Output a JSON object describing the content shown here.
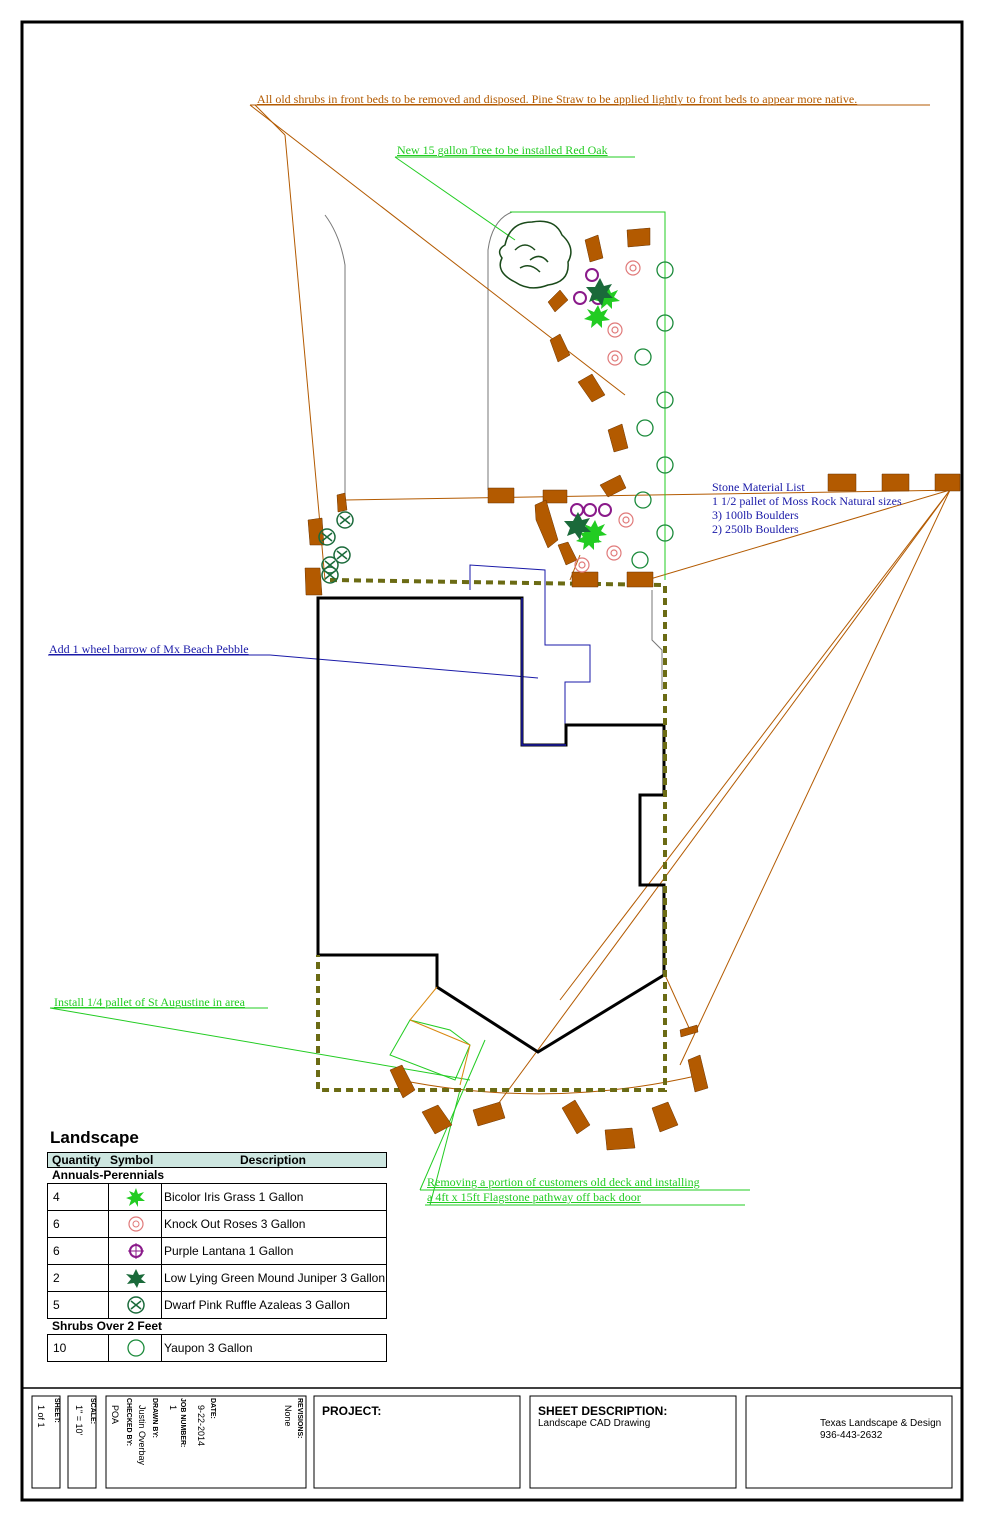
{
  "notes": {
    "shrubs_note": "All old shrubs in front beds to be removed and disposed. Pine Straw to be applied lightly to front beds to appear more native.",
    "tree_note": "New 15 gallon Tree to be installed Red Oak",
    "stone_title": "Stone Material List",
    "stone_1": "1 1/2 pallet of Moss Rock Natural sizes",
    "stone_2": "3) 100lb Boulders",
    "stone_3": "2) 250lb Boulders",
    "pebble_note": "Add 1 wheel barrow of Mx Beach Pebble",
    "grass_note": "Install 1/4 pallet of St Augustine in area",
    "deck_note_1": "Removing a portion of customers old deck and installing",
    "deck_note_2": "a 4ft x 15ft Flagstone pathway off back door"
  },
  "legend": {
    "title": "Landscape",
    "col_qty": "Quantity",
    "col_symbol": "Symbol",
    "col_desc": "Description",
    "group_1": "Annuals-Perennials",
    "group_2": "Shrubs Over 2 Feet",
    "rows": [
      {
        "qty": "4",
        "icon": "iris-grass-icon",
        "desc": "Bicolor Iris Grass 1 Gallon"
      },
      {
        "qty": "6",
        "icon": "rose-icon",
        "desc": "Knock Out Roses 3 Gallon"
      },
      {
        "qty": "6",
        "icon": "lantana-icon",
        "desc": "Purple Lantana 1 Gallon"
      },
      {
        "qty": "2",
        "icon": "juniper-icon",
        "desc": "Low Lying Green Mound Juniper 3 Gallon"
      },
      {
        "qty": "5",
        "icon": "azalea-icon",
        "desc": "Dwarf Pink Ruffle Azaleas 3 Gallon"
      }
    ],
    "shrub_row": {
      "qty": "10",
      "icon": "yaupon-icon",
      "desc": "Yaupon 3 Gallon"
    }
  },
  "title_block": {
    "sheet_label": "SHEET:",
    "sheet_value": "1 of 1",
    "scale_label": "SCALE:",
    "scale_value": "1\" = 10'",
    "checked_label": "CHECKED BY:",
    "checked_value": "POA",
    "drawn_label": "DRAWN BY:",
    "drawn_value": "Justin Overbay",
    "job_label": "JOB NUMBER:",
    "job_value": "1",
    "date_label": "DATE:",
    "date_value": "9-22-2014",
    "rev_label": "REVISIONS:",
    "rev_value": "None",
    "project_label": "PROJECT:",
    "sheet_desc_label": "SHEET DESCRIPTION:",
    "sheet_desc_value": "Landscape CAD Drawing",
    "company": "Texas Landscape & Design",
    "phone": "936-443-2632"
  },
  "colors": {
    "brown": "#b35a00",
    "green": "#22cc22",
    "blue": "#1a1aa8",
    "olive": "#6b6b14",
    "purple": "#8a1a8a",
    "pink": "#e07a7a",
    "dark_green": "#1a6a3a"
  }
}
